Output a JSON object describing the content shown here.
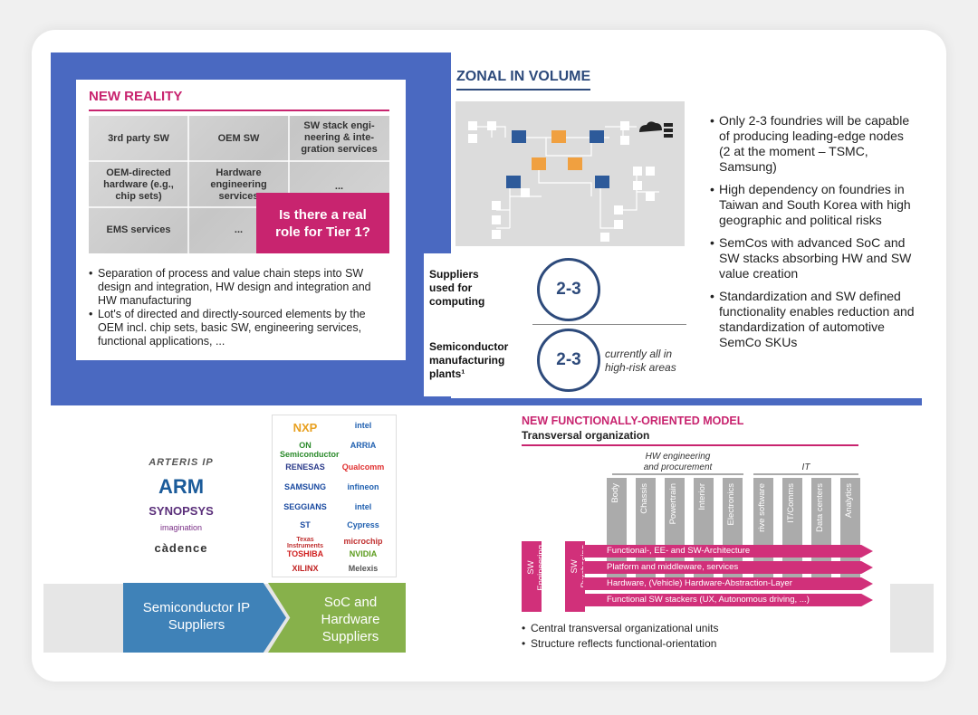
{
  "new_reality": {
    "title": "NEW REALITY",
    "cells": [
      "3rd party SW",
      "OEM SW",
      "SW stack engi-\nneering & inte-\ngration services",
      "OEM-directed\nhardware (e.g.,\nchip sets)",
      "Hardware\nengineering\nservices",
      "...",
      "EMS services",
      "..."
    ],
    "callout": "Is there a real\nrole for Tier 1?",
    "bullets": [
      "Separation of process and value chain steps into SW design and integration, HW design and integration and HW manufacturing",
      "Lot's of directed and directly-sourced elements by the OEM incl. chip sets, basic SW, engineering services, functional applications, ..."
    ]
  },
  "zonal": {
    "title": "ZONAL IN VOLUME",
    "rows": [
      {
        "label": "Suppliers\nused for\ncomputing",
        "value": "2-3",
        "note": ""
      },
      {
        "label": "Semiconductor\nmanufacturing\nplants¹",
        "value": "2-3",
        "note": "currently all in\nhigh-risk areas"
      }
    ],
    "bullets": [
      "Only 2-3 foundries will be capable of producing leading-edge nodes (2 at the moment – TSMC, Samsung)",
      "High dependency on foundries in Taiwan and South Korea with high geographic and political risks",
      "SemCos with advanced SoC and SW stacks absorbing HW and SW value creation",
      "Standardization and SW defined functionality enables reduction and standardization of automotive SemCo SKUs"
    ]
  },
  "suppliers": {
    "ip_logos": [
      "ARTERIS IP",
      "ARM",
      "SYNOPSYS",
      "imagination",
      "càdence"
    ],
    "soc_logos": [
      "NXP",
      "intel",
      "ON Semiconductor",
      "ARRIA",
      "RENESAS",
      "Qualcomm",
      "SAMSUNG",
      "infineon",
      "SEGGIANS",
      "intel",
      "ST",
      "Cypress",
      "Texas Instruments",
      "microchip",
      "TOSHIBA",
      "NVIDIA",
      "XILINX",
      "Melexis"
    ],
    "ip_label": "Semiconductor IP\nSuppliers",
    "soc_label": "SoC and\nHardware\nSuppliers"
  },
  "functional": {
    "title": "NEW FUNCTIONALLY-ORIENTED MODEL",
    "subtitle": "Transversal organization",
    "hw_head": "HW engineering\nand procurement",
    "it_head": "IT",
    "hw_columns": [
      "Body",
      "Chassis",
      "Powertrain",
      "Interior",
      "Electronics"
    ],
    "it_columns": [
      "rive software",
      "IT/Comms",
      "Data centers",
      "Analytics"
    ],
    "vertical_units": [
      "SW\nEngineering",
      "SW\nPurchasing"
    ],
    "arrows": [
      "Functional-, EE- and SW-Architecture",
      "Platform and middleware, services",
      "Hardware, (Vehicle) Hardware-Abstraction-Layer",
      "Functional SW stackers (UX, Autonomous driving, ...)"
    ],
    "bullets": [
      "Central transversal organizational units",
      "Structure reflects functional-orientation"
    ]
  },
  "colors": {
    "accent": "#c8246f",
    "navy": "#2d4a7b",
    "blue_bg": "#4a69c1",
    "ip_blue": "#3f82b8",
    "soc_green": "#87b14b"
  }
}
